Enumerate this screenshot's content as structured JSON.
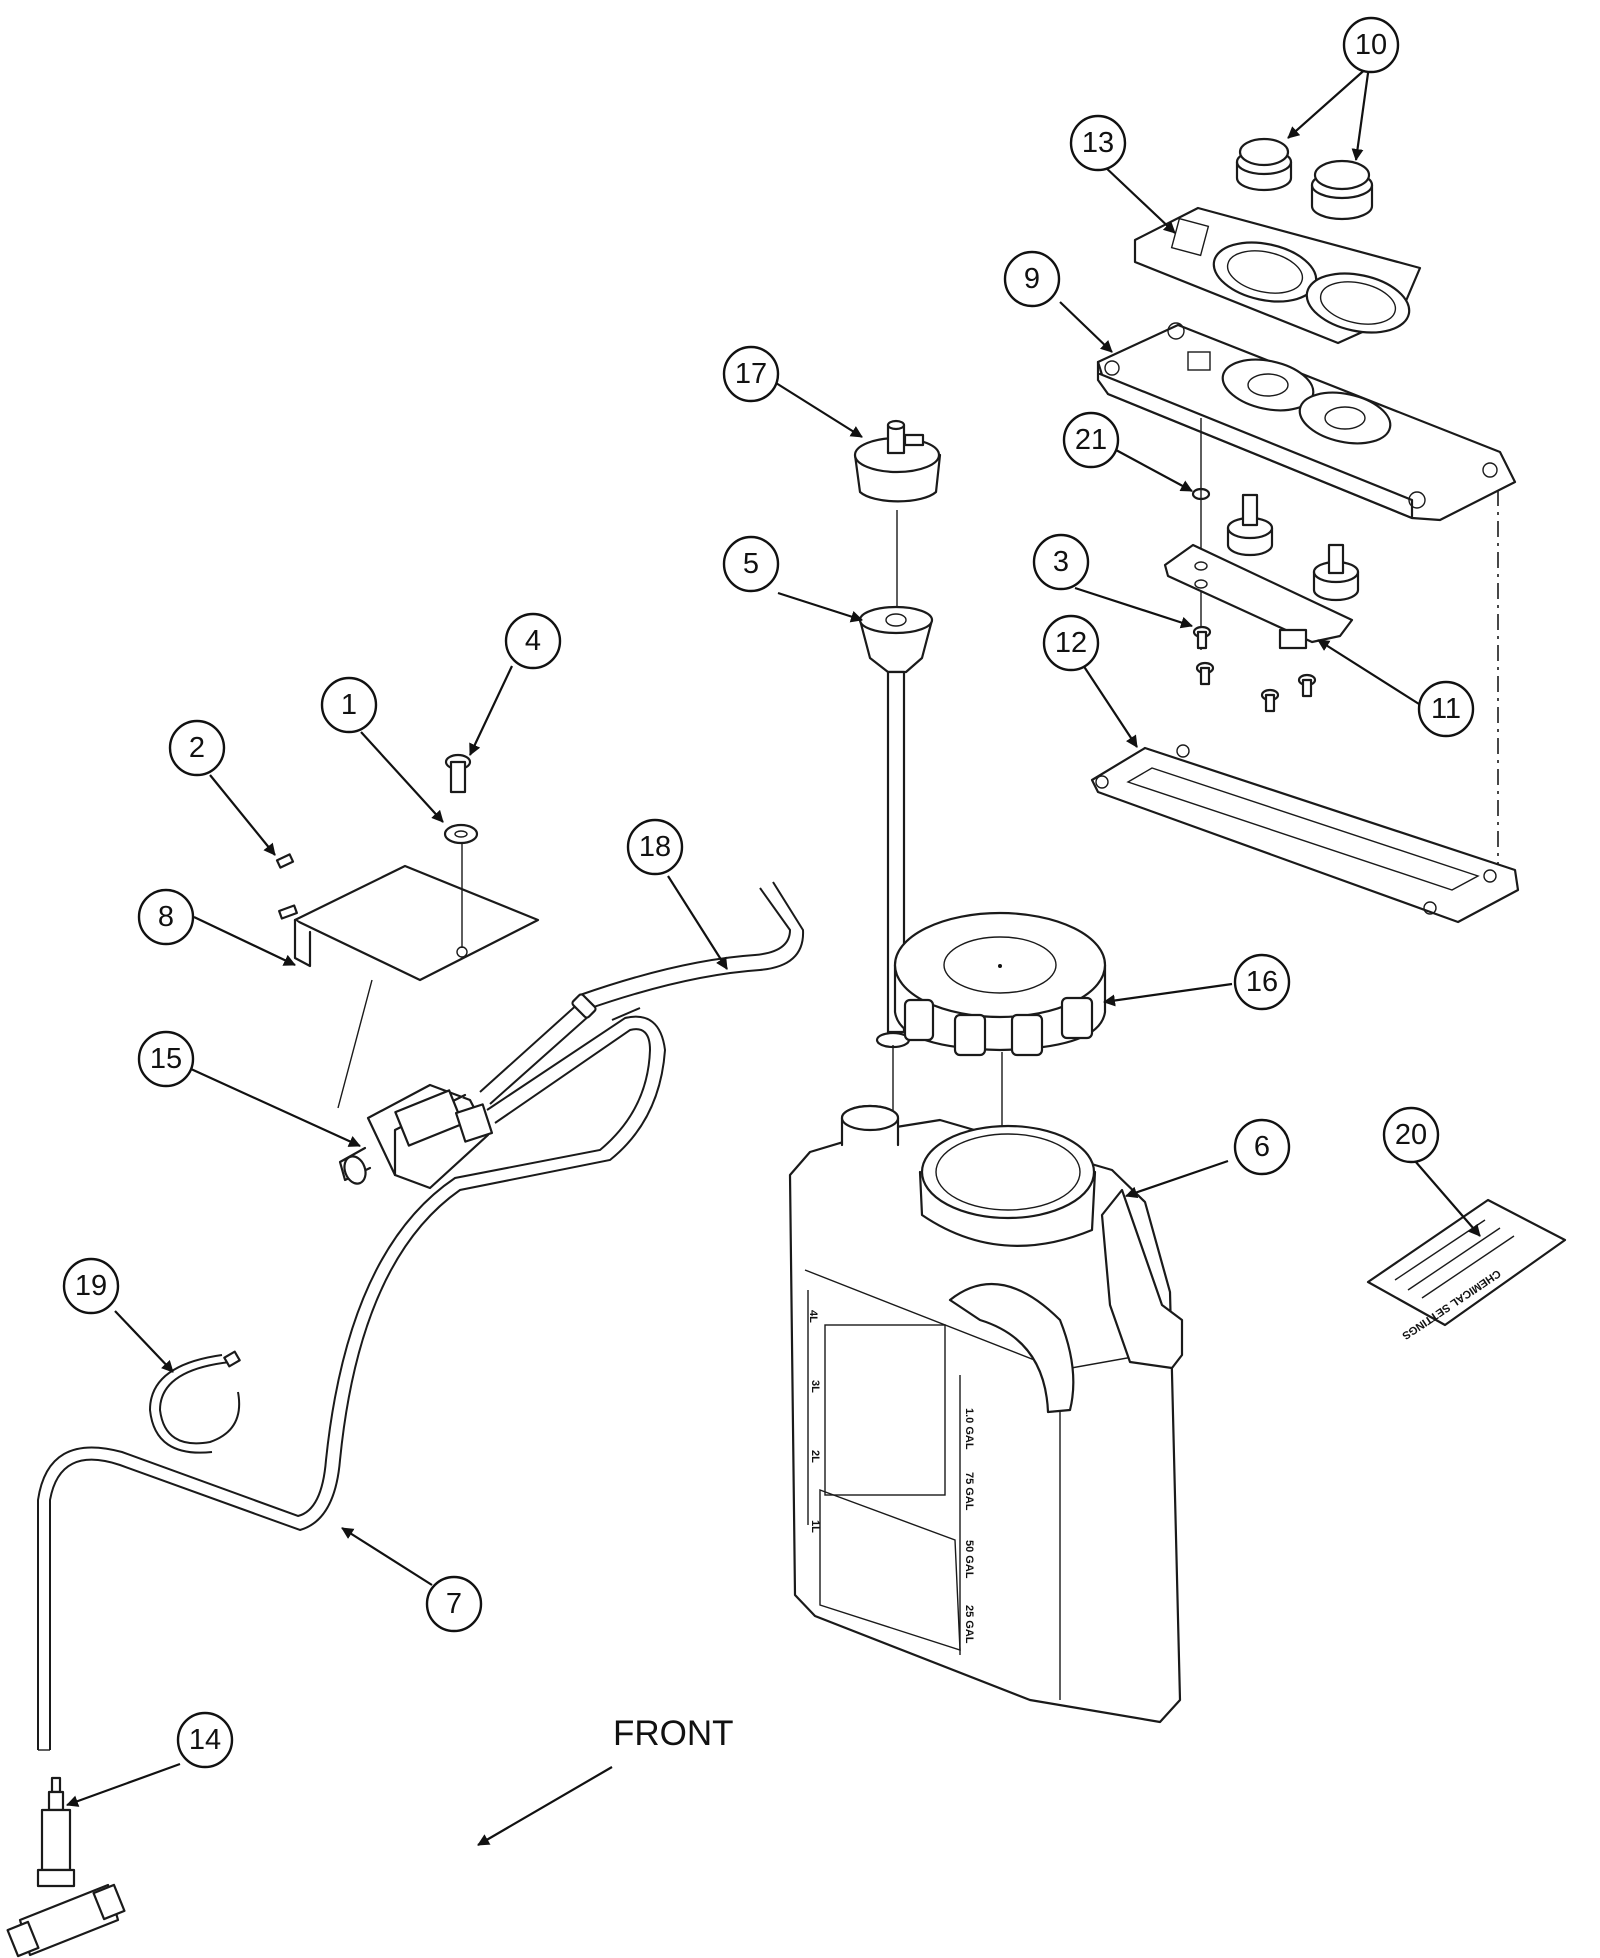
{
  "front_label": "FRONT",
  "callouts": [
    "1",
    "2",
    "3",
    "4",
    "5",
    "6",
    "7",
    "8",
    "9",
    "10",
    "11",
    "12",
    "13",
    "14",
    "15",
    "16",
    "17",
    "18",
    "19",
    "20",
    "21"
  ],
  "bottle_scale": {
    "liters": [
      "4L",
      "3L",
      "2L",
      "1L"
    ],
    "gallons": [
      "1.0 GAL",
      "75 GAL",
      "50 GAL",
      "25 GAL"
    ]
  },
  "label_20_title": "CHEMICAL SETTINGS"
}
